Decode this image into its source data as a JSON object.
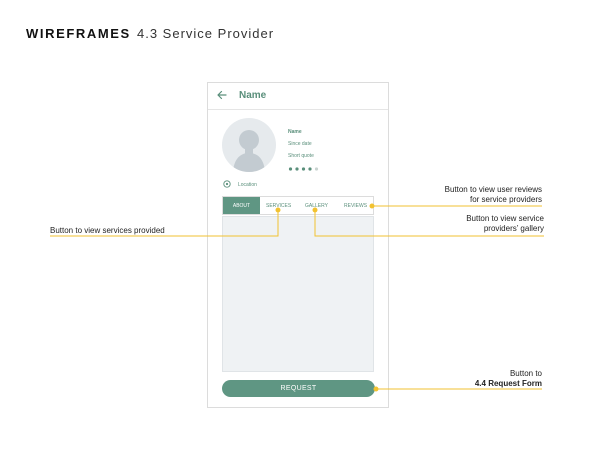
{
  "header": {
    "title_bold": "WIREFRAMES",
    "title_rest": "4.3 Service Provider"
  },
  "screen": {
    "title": "Name",
    "back_icon": "arrow-left-icon",
    "profile": {
      "name": "Name",
      "since": "Since date",
      "quote": "Short quote",
      "rating": 4,
      "rating_max": 5,
      "location": "Location",
      "location_icon": "location-pin-icon"
    },
    "tabs": [
      {
        "label": "ABOUT"
      },
      {
        "label": "SERVICES"
      },
      {
        "label": "GALLERY"
      },
      {
        "label": "REVIEWS"
      }
    ],
    "request_label": "REQUEST"
  },
  "annotations": {
    "reviews_line1": "Button to view user reviews",
    "reviews_line2": "for service providers",
    "gallery_line1": "Button to view service",
    "gallery_line2": "providers’ gallery",
    "services": "Button to view services provided",
    "request_line1": "Button to",
    "request_line2": "4.4 Request Form"
  },
  "colors": {
    "accent": "#5f9683",
    "annotation_line": "#f2c230",
    "content_bg": "#eff2f4"
  }
}
